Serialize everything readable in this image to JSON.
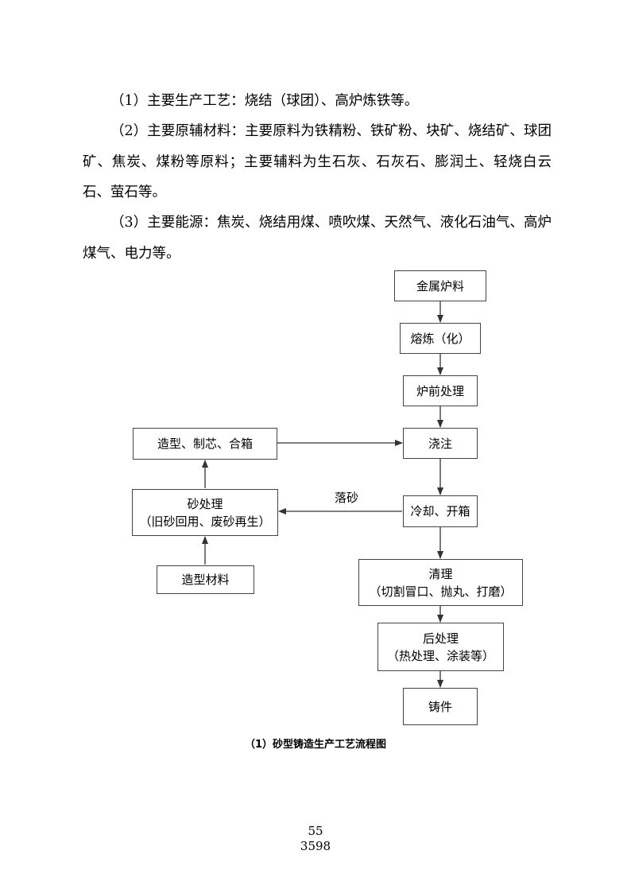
{
  "body": {
    "para1": "（1）主要生产工艺：烧结（球团）、高炉炼铁等。",
    "para2": "（2）主要原辅材料：主要原料为铁精粉、铁矿粉、块矿、烧结矿、球团矿、焦炭、煤粉等原料；主要辅料为生石灰、石灰石、膨润土、轻烧白云石、萤石等。",
    "para3": "（3）主要能源：焦炭、烧结用煤、喷吹煤、天然气、液化石油气、高炉煤气、电力等。"
  },
  "flowchart": {
    "metal_charge": "金属炉料",
    "smelting": "熔炼（化）",
    "pre_furnace": "炉前处理",
    "pouring": "浇注",
    "cooling": "冷却、开箱",
    "cleaning_title": "清理",
    "cleaning_detail": "（切割冒口、抛丸、打磨）",
    "post_title": "后处理",
    "post_detail": "（热处理、涂装等）",
    "casting": "铸件",
    "molding": "造型、制芯、合箱",
    "sand_title": "砂处理",
    "sand_detail": "（旧砂回用、废砂再生）",
    "molding_material": "造型材料",
    "shakeout_label": "落砂"
  },
  "caption": "（1）砂型铸造生产工艺流程图",
  "footer": {
    "page_number": "55",
    "total_number": "3598"
  }
}
